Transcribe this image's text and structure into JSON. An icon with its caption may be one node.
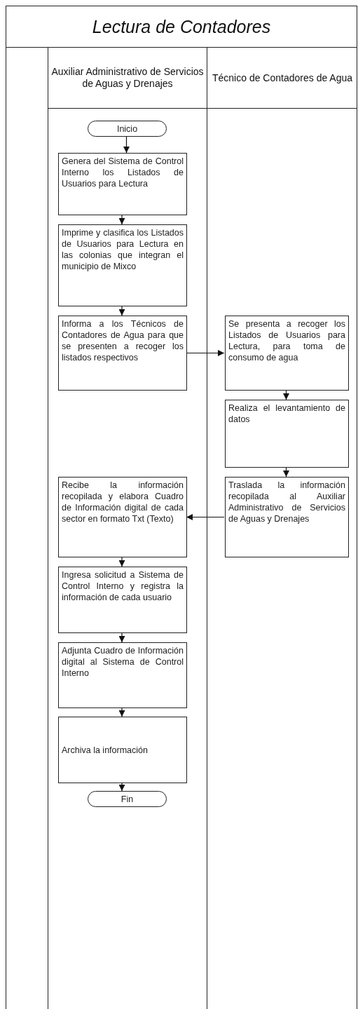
{
  "diagram": {
    "title": "Lectura de Contadores",
    "nodes": [
      {
        "text": [
          "Auxiliar Administrativo de Servicios de Aguas y Drenajes"
        ]
      },
      {
        "text": [
          "Técnico de Contadores de Agua"
        ]
      },
      {
        "text": [
          "Inicio"
        ],
        "in": 0
      },
      {
        "text": [
          "Genera del Sistema de Control Interno los Listados de Usuarios para Lectura"
        ],
        "in": 0
      },
      {
        "text": [
          "Imprime y clasifica los Listados de Usuarios para Lectura en las colonias que integran el municipio de Mixco"
        ],
        "in": 0
      },
      {
        "text": [
          "Informa a los Técnicos de Contadores de Agua para que se presenten a recoger los listados respectivos"
        ],
        "in": 0
      },
      {
        "text": [
          "Se presenta a recoger los Listados de Usuarios para Lectura, para toma de consumo de agua"
        ],
        "in": 1
      },
      {
        "text": [
          "Realiza el levantamiento de datos"
        ],
        "in": 1
      },
      {
        "text": [
          "Traslada la información recopilada al Auxiliar Administrativo de Servicios de Aguas y Drenajes"
        ],
        "in": 1
      },
      {
        "text": [
          "Recibe la información recopilada y elabora Cuadro de Información digital de cada sector en formato Txt (Texto)"
        ],
        "in": 0
      },
      {
        "text": [
          "Ingresa solicitud a Sistema de Control Interno y registra la información de cada usuario"
        ],
        "in": 0
      },
      {
        "text": [
          "Adjunta Cuadro de Información digital al Sistema de Control Interno"
        ],
        "in": 0
      },
      {
        "text": [
          "Archiva la información"
        ],
        "in": 0
      },
      {
        "text": [
          "Fin"
        ],
        "in": 0
      }
    ],
    "edges": [
      {
        "from": 2,
        "to": 3,
        "arrow": "to"
      },
      {
        "from": 3,
        "to": 4,
        "arrow": "to"
      },
      {
        "from": 4,
        "to": 5,
        "arrow": "to"
      },
      {
        "from": 5,
        "to": 6,
        "arrow": "to"
      },
      {
        "from": 6,
        "to": 7,
        "arrow": "to"
      },
      {
        "from": 7,
        "to": 8,
        "arrow": "to"
      },
      {
        "from": 8,
        "to": 9,
        "arrow": "to"
      },
      {
        "from": 9,
        "to": 10,
        "arrow": "to"
      },
      {
        "from": 10,
        "to": 11,
        "arrow": "to"
      },
      {
        "from": 11,
        "to": 12,
        "arrow": "to"
      },
      {
        "from": 12,
        "to": 13,
        "arrow": "to"
      }
    ]
  }
}
